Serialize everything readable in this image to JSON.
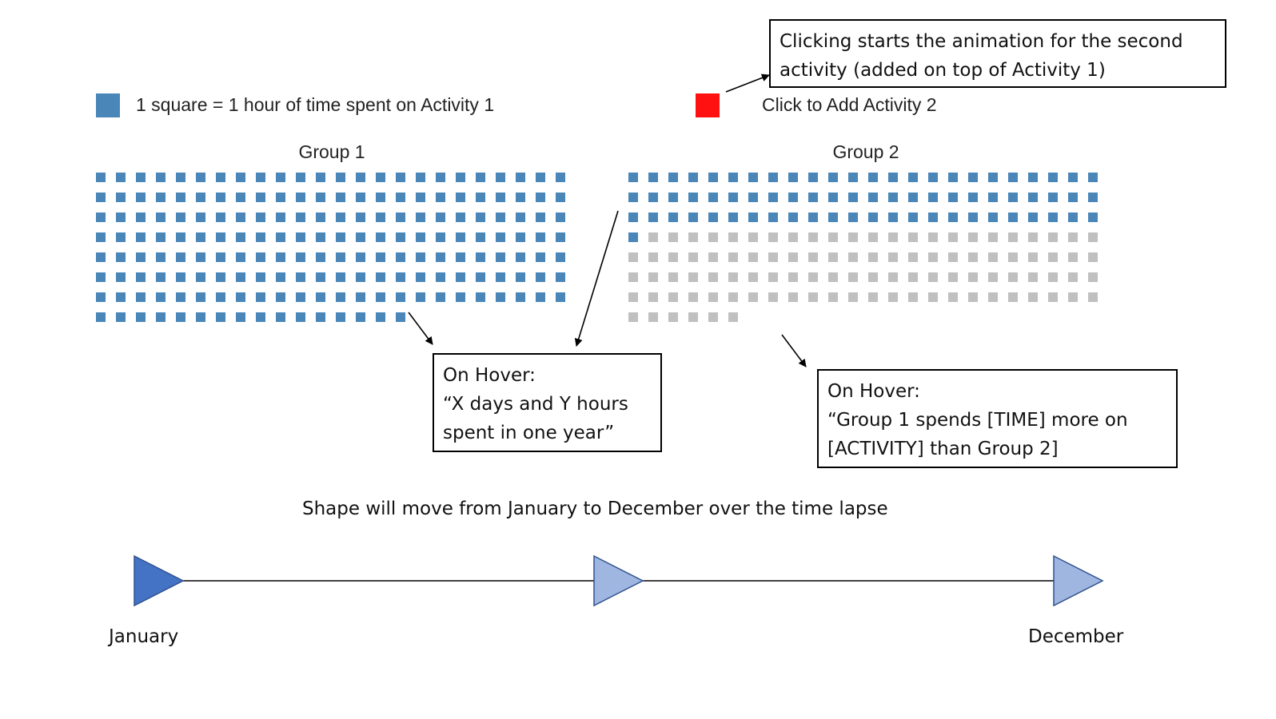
{
  "legend": {
    "activity1_text": "1 square = 1 hour of time spent on Activity 1",
    "activity1_color": "#4a86b8",
    "activity2_text": "Click to Add Activity 2",
    "activity2_color": "#ff1111"
  },
  "groups": [
    {
      "title": "Group 1",
      "total_squares": 184,
      "filled_squares": 184
    },
    {
      "title": "Group 2",
      "total_squares": 174,
      "filled_squares": 73
    }
  ],
  "grid": {
    "columns": 24,
    "filled_color": "#4a86b8",
    "empty_color": "#c0c0c0"
  },
  "notes": {
    "click_note": [
      "Clicking starts the animation for the second",
      "activity (added on top of Activity 1)"
    ],
    "hover_note_1": [
      "On Hover:",
      "“X days and Y hours",
      "spent in one year”"
    ],
    "hover_note_2": [
      "On Hover:",
      "“Group 1 spends [TIME] more on",
      "[ACTIVITY] than Group 2]"
    ]
  },
  "timeline": {
    "caption": "Shape will move from January to December over the time lapse",
    "start_label": "January",
    "end_label": "December",
    "markers": [
      {
        "position": 0.0,
        "state": "active"
      },
      {
        "position": 0.5,
        "state": "inactive"
      },
      {
        "position": 1.0,
        "state": "inactive"
      }
    ],
    "active_color": "#4472c4",
    "inactive_color": "#9fb6e0"
  }
}
